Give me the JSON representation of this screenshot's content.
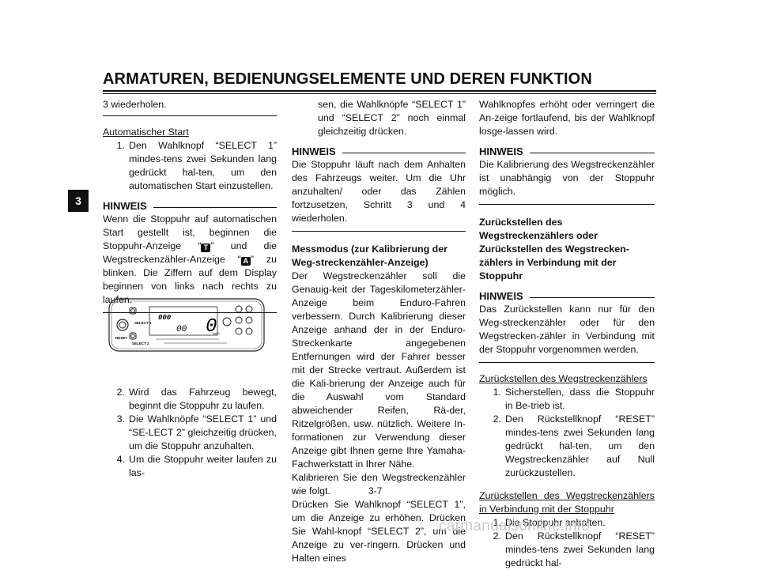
{
  "header": {
    "title": "ARMATUREN, BEDIENUNGSELEMENTE UND DEREN FUNKTION"
  },
  "tab": {
    "chapter": "3"
  },
  "col1": {
    "p_top": "3 wiederholen.",
    "sub_auto": "Automatischer Start",
    "auto_item1_num": "1.",
    "auto_item1_text": "Den Wahlknopf “SELECT 1” mindes-tens zwei Sekunden lang gedrückt hal-ten, um den automatischen Start einzustellen.",
    "hint_label": "HINWEIS",
    "hint1_part1": "Wenn die Stoppuhr auf automatischen Start gestellt ist, beginnen die Stoppuhr-Anzeige “",
    "hint1_symbol1": "T",
    "hint1_part2": "” und die Wegstreckenzähler-Anzeige “",
    "hint1_symbol2": "A",
    "hint1_part3": "” zu blinken. Die Ziffern auf dem Display beginnen von links nach rechts zu laufen.",
    "item2_num": "2.",
    "item2_text": "Wird das Fahrzeug bewegt, beginnt die Stoppuhr zu laufen.",
    "item3_num": "3.",
    "item3_text": "Die Wahlknöpfe “SELECT 1” und “SE-LECT 2” gleichzeitig drücken, um die Stoppuhr anzuhalten.",
    "item4_num": "4.",
    "item4_text": "Um die Stoppuhr weiter laufen zu las-"
  },
  "meter": {
    "select1": "SELECT 1",
    "select2": "SELECT 2",
    "reset": "RESET",
    "unit": "km/h",
    "digits_top": "000",
    "digits_mid": "00",
    "speed_digit": "0"
  },
  "col2": {
    "cont": "sen, die Wahlknöpfe “SELECT 1” und “SELECT 2” noch einmal gleichzeitig drücken.",
    "hint_label": "HINWEIS",
    "hint2": "Die Stoppuhr läuft nach dem Anhalten des Fahrzeugs weiter. Um die Uhr anzuhalten/ oder das Zählen fortzusetzen, Schritt 3 und 4 wiederholen.",
    "heading": "Messmodus (zur Kalibrierung der Weg-streckenzähler-Anzeige)",
    "body1": "Der Wegstreckenzähler soll die Genauig-keit der Tageskilometerzähler-Anzeige beim Enduro-Fahren verbessern. Durch Kalibrierung dieser Anzeige anhand der in der Enduro-Streckenkarte angegebenen Entfernungen wird der Fahrer besser mit der Strecke vertraut. Außerdem ist die Kali-brierung der Anzeige auch für die Auswahl vom Standard abweichender Reifen, Rä-der, Ritzelgrößen, usw. nützlich. Weitere In-formationen zur Verwendung dieser Anzeige gibt Ihnen gerne Ihre Yamaha-Fachwerkstatt in Ihrer Nähe.",
    "body2": "Kalibrieren Sie den Wegstreckenzähler wie folgt.",
    "body3": "Drücken Sie Wahlknopf “SELECT 1”, um die Anzeige zu erhöhen. Drücken Sie Wahl-knopf “SELECT 2”, um die Anzeige zu ver-ringern. Drücken und Halten eines"
  },
  "col3": {
    "cont": "Wahlknopfes erhöht oder verringert die An-zeige fortlaufend, bis der Wahlknopf losge-lassen wird.",
    "hint_label": "HINWEIS",
    "hint3": "Die Kalibrierung des Wegstreckenzähler ist unabhängig von der Stoppuhr möglich.",
    "heading": "Zurückstellen des Wegstreckenzählers oder Zurückstellen des Wegstrecken-zählers in Verbindung mit der Stoppuhr",
    "hint4": "Das Zurückstellen kann nur für den Weg-streckenzähler oder für den Wegstrecken-zähler in Verbindung mit der Stoppuhr vorgenommen werden.",
    "sub1": "Zurückstellen des Wegstreckenzählers",
    "s1_item1_num": "1.",
    "s1_item1": "Sicherstellen, dass die Stoppuhr in Be-trieb ist.",
    "s1_item2_num": "2.",
    "s1_item2": "Den Rückstellknopf “RESET” mindes-tens zwei Sekunden lang gedrückt hal-ten, um den Wegstreckenzähler auf Null zurückzustellen.",
    "sub2": "Zurückstellen des Wegstreckenzählers in Verbindung mit der Stoppuhr",
    "s2_item1_num": "1.",
    "s2_item1": "Die Stoppuhr anhalten.",
    "s2_item2_num": "2.",
    "s2_item2": "Den Rückstellknopf “RESET” mindes-tens zwei Sekunden lang gedrückt hal-"
  },
  "footer": {
    "page": "3-7",
    "watermark": "carmanualsonline.info"
  }
}
